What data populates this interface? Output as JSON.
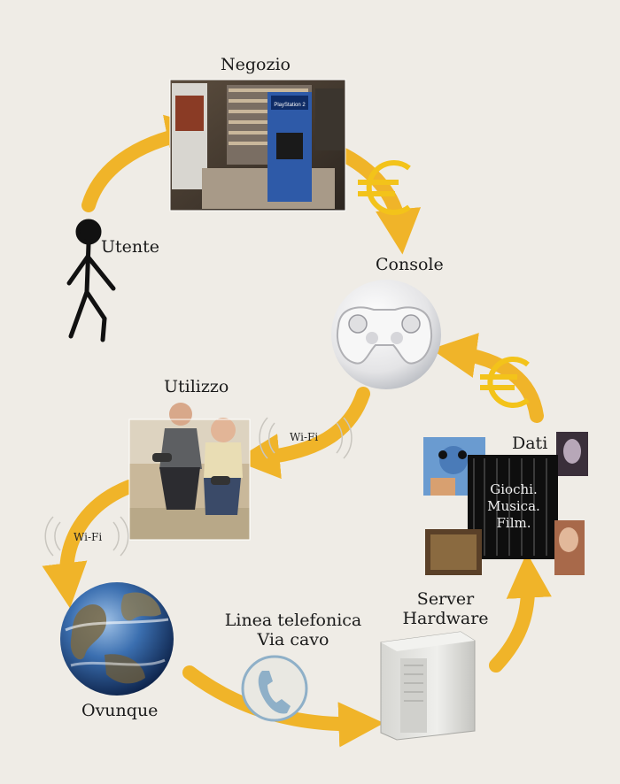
{
  "labels": {
    "negozio": "Negozio",
    "utente": "Utente",
    "console": "Console",
    "utilizzo": "Utilizzo",
    "dati": "Dati",
    "server_line1": "Server",
    "server_line2": "Hardware",
    "ovunque": "Ovunque",
    "linea_line1": "Linea telefonica",
    "linea_line2": "Via cavo",
    "wifi_top": "Wi-Fi",
    "wifi_left": "Wi-Fi"
  },
  "store_sign": "PlayStation 2",
  "dati_content": [
    "Giochi.",
    "Musica.",
    "Film."
  ],
  "colors": {
    "background": "#efece6",
    "arrow": "#f0b429",
    "euro": "#f3c31a"
  },
  "icons": [
    "walking-stick-figure",
    "euro-symbol",
    "gamepad",
    "phone-handset",
    "wifi-waves",
    "globe",
    "server-tower"
  ]
}
